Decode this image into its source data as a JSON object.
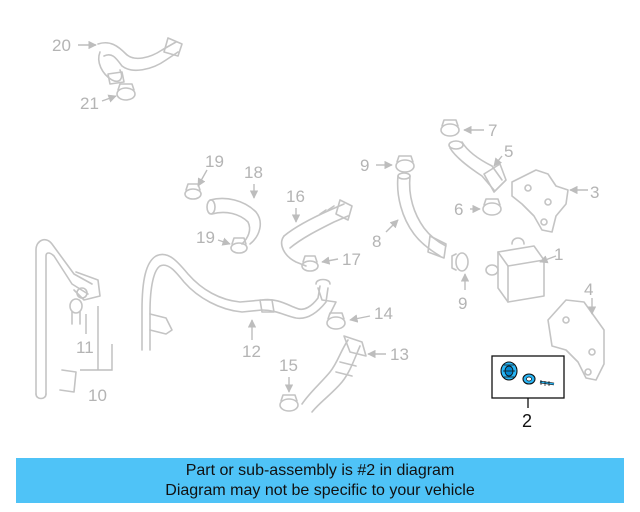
{
  "diagram": {
    "callouts": [
      "20",
      "21",
      "19",
      "18",
      "16",
      "17",
      "19",
      "7",
      "5",
      "9",
      "8",
      "9",
      "6",
      "3",
      "1",
      "4",
      "14",
      "13",
      "12",
      "15",
      "11",
      "10"
    ],
    "highlighted_callout": "2",
    "highlight_color": "#29b6f6"
  },
  "banner": {
    "line1": "Part or sub-assembly is #2 in diagram",
    "line2": "Diagram may not be specific to your vehicle",
    "background": "#4fc3f7"
  }
}
